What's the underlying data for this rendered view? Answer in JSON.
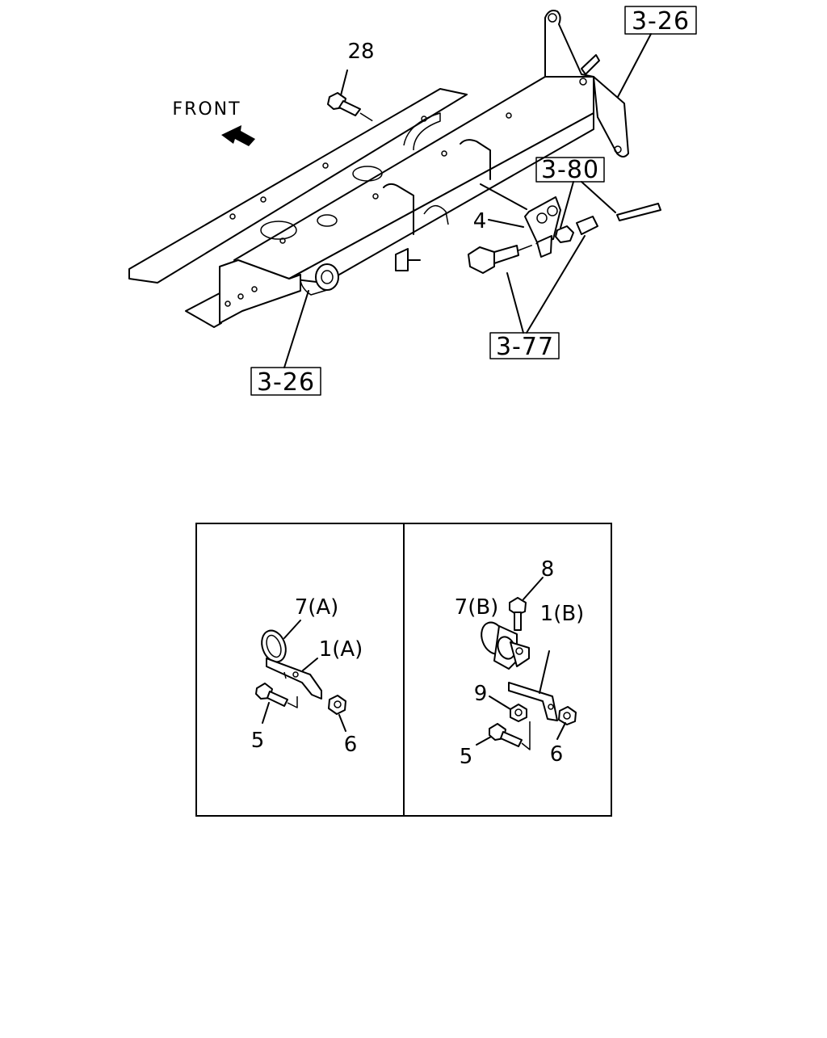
{
  "front_label": "FRONT",
  "refs": {
    "r326_top": "3-26",
    "r326_bottom": "3-26",
    "r380": "3-80",
    "r377": "3-77"
  },
  "parts": {
    "p28": "28",
    "p4": "4"
  },
  "inset_a": {
    "p7a": "7(A)",
    "p1a": "1(A)",
    "p5": "5",
    "p6": "6"
  },
  "inset_b": {
    "p8": "8",
    "p7b": "7(B)",
    "p1b": "1(B)",
    "p9": "9",
    "p5": "5",
    "p6": "6"
  }
}
